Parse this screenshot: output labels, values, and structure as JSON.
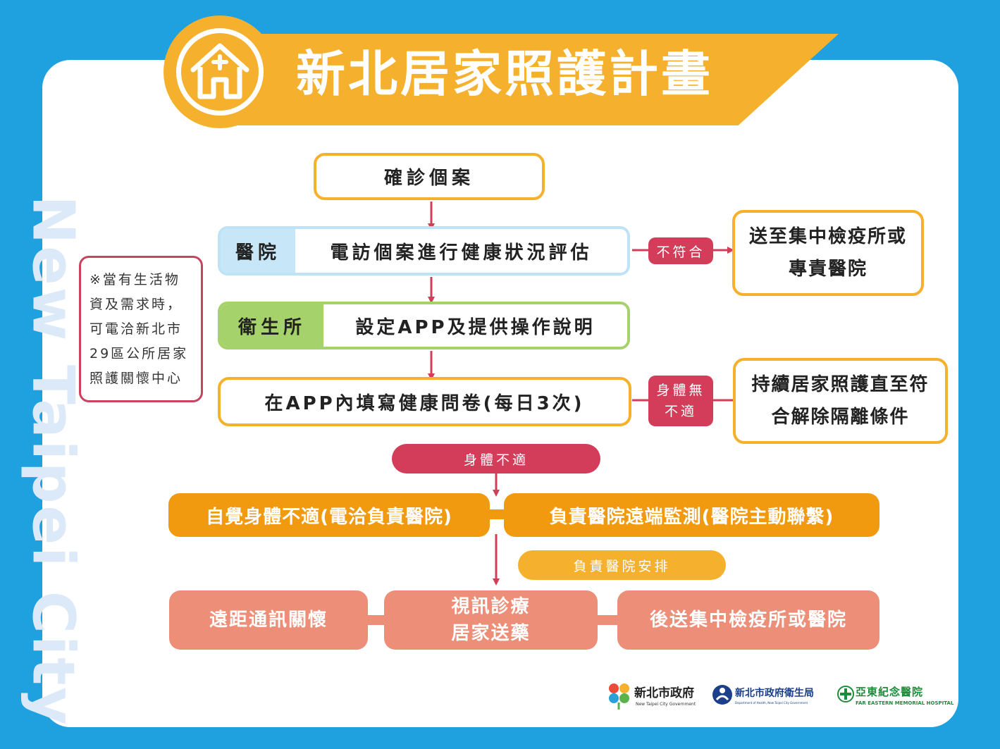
{
  "header": {
    "title": "新北居家照護計畫",
    "icon": "house-cross-icon"
  },
  "watermark": "New Taipei City",
  "flow": {
    "confirmed_case": "確診個案",
    "hospital_tag": "醫院",
    "hospital_step": "電訪個案進行健康狀況評估",
    "health_center_tag": "衛生所",
    "health_center_step": "設定APP及提供操作說明",
    "questionnaire": "在APP內填寫健康問卷(每日3次)",
    "not_eligible": "不符合",
    "quarantine_hotel": "送至集中檢疫所或專責醫院",
    "no_discomfort": "身體無不適",
    "continue_home_care": "持續居家照護直至符合解除隔離條件",
    "discomfort": "身體不適",
    "self_report": "自覺身體不適(電洽負責醫院)",
    "remote_monitor": "負責醫院遠端監測(醫院主動聯繫)",
    "hospital_arrange": "負責醫院安排",
    "telecare": "遠距通訊關懷",
    "video_consult": "視訊診療居家送藥",
    "transfer": "後送集中檢疫所或醫院"
  },
  "note": {
    "lines": [
      "※當有生活物",
      "資及需求時，",
      "可電洽新北市",
      "29區公所居家",
      "照護關懷中心"
    ]
  },
  "logos": {
    "ntpc": "新北市政府",
    "ntpc_en": "New Taipei City Government",
    "health_dept": "新北市政府衛生局",
    "health_dept_en": "Department of Health, New Taipei City Government",
    "femh": "亞東紀念醫院",
    "femh_en": "FAR EASTERN MEMORIAL HOSPITAL"
  },
  "colors": {
    "background": "#1fa1e0",
    "accent": "#f5b12e",
    "alert": "#d33d5a",
    "orange": "#f19a0f",
    "salmon": "#ec8e78",
    "hospital_tag": "#c7e6f7",
    "health_tag": "#a6d26b"
  }
}
